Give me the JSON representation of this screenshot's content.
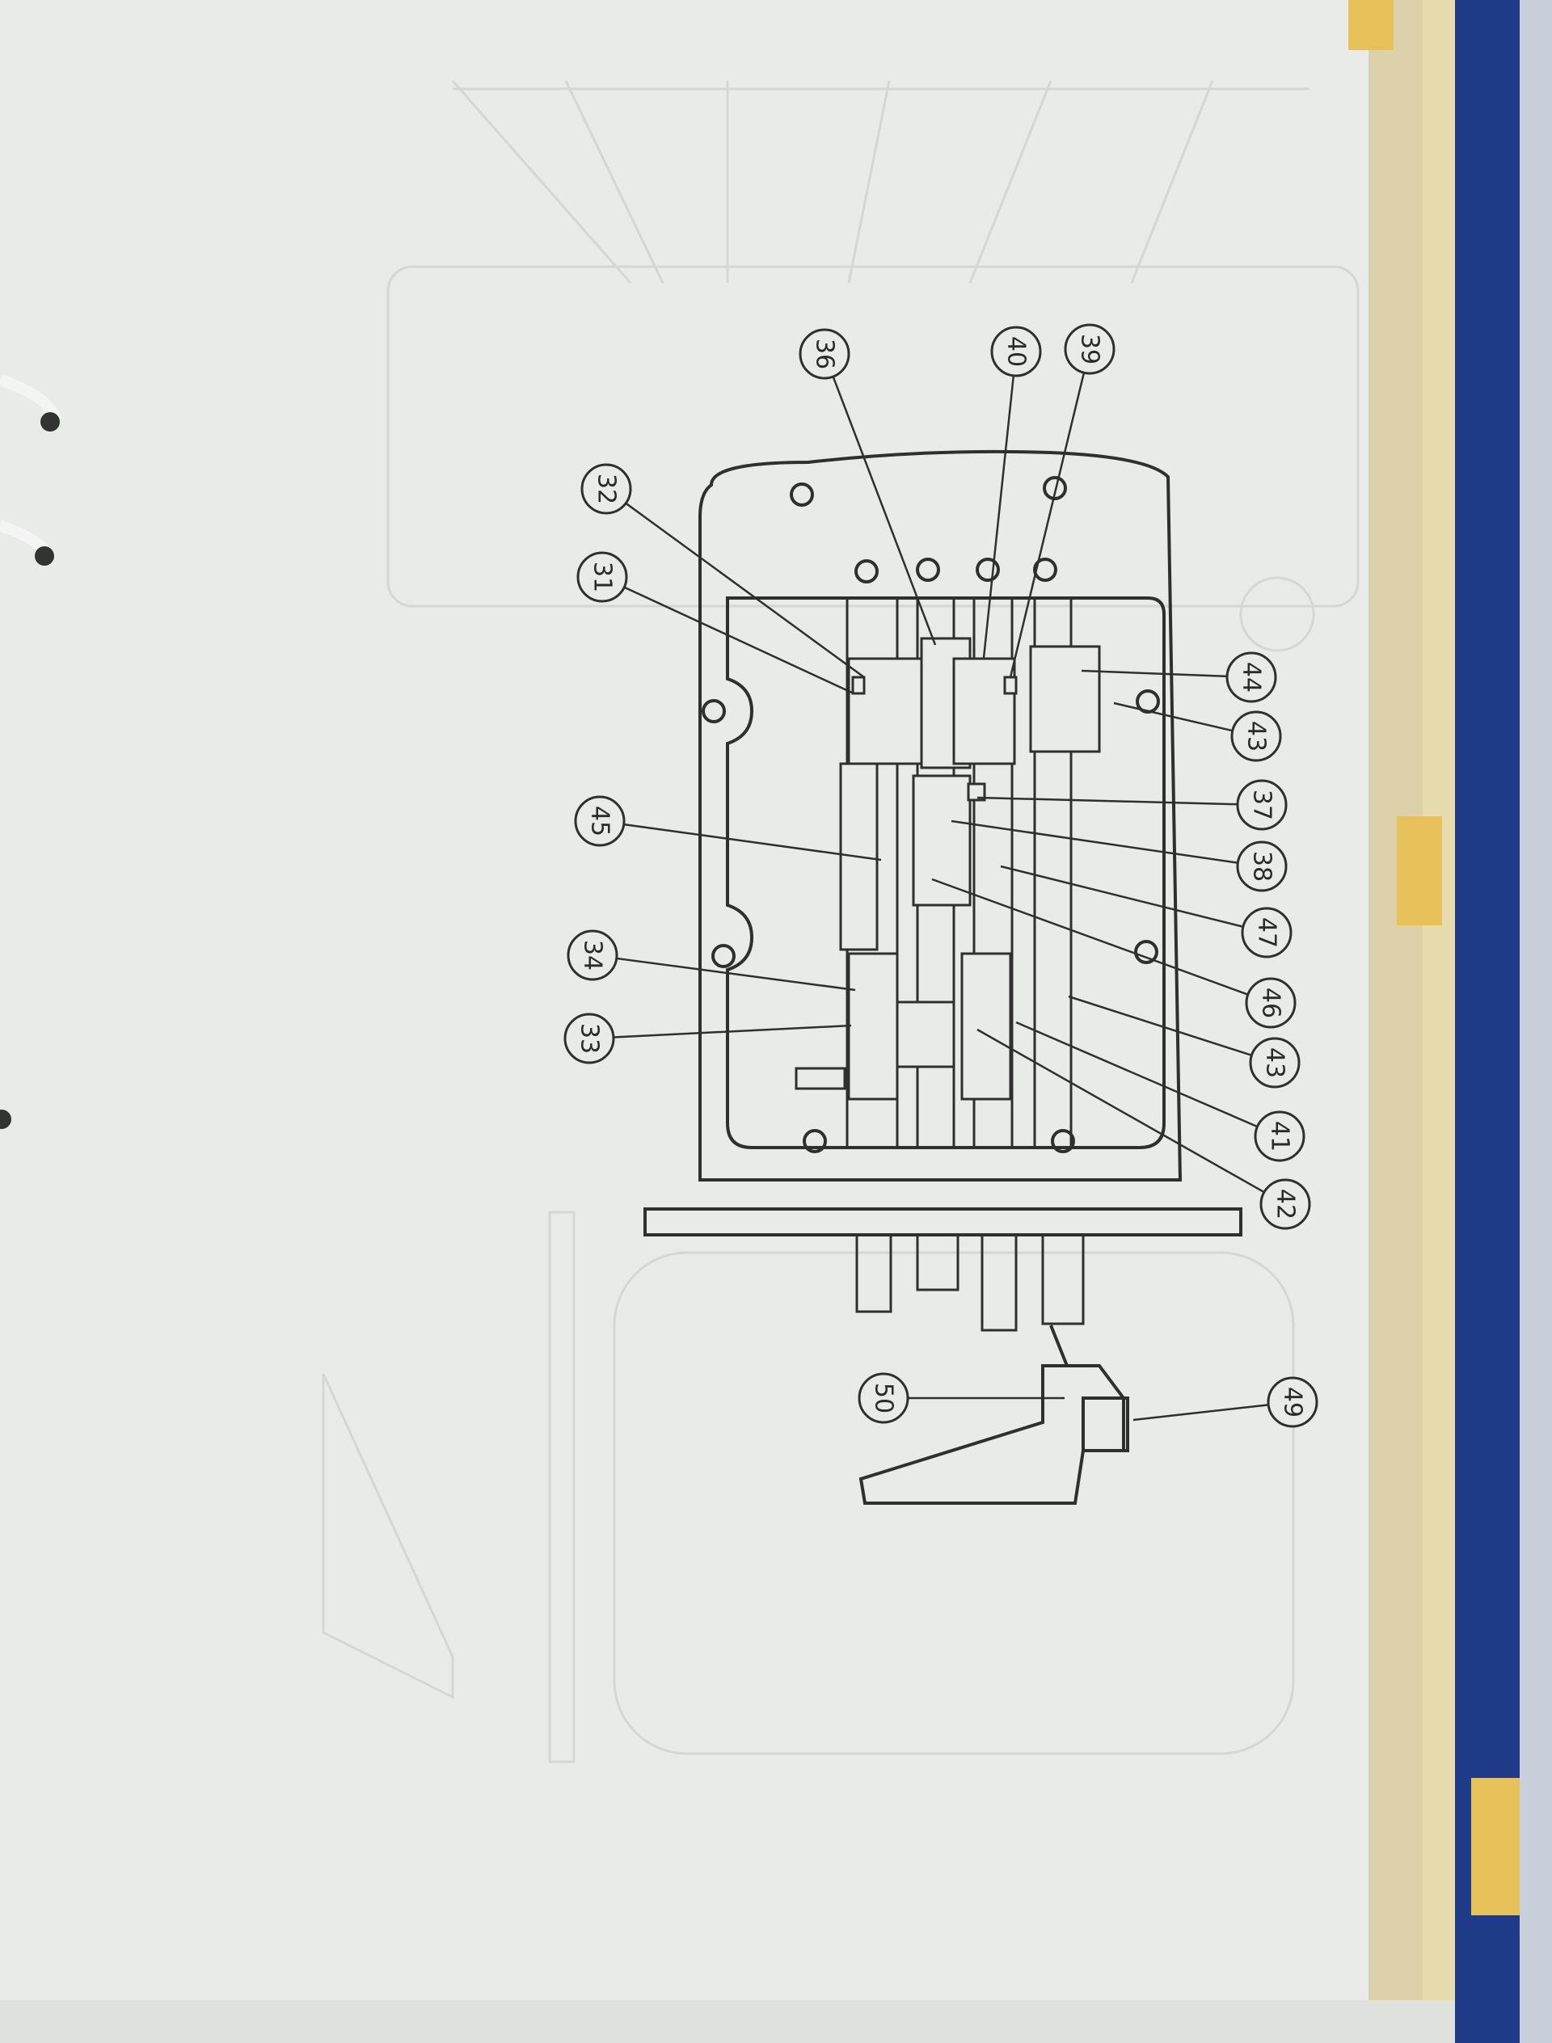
{
  "page": {
    "type": "exploded parts diagram (gearbox / shift housing, rotated page)",
    "colors": {
      "paper": "#e9ebe8",
      "ink": "#2f2f2f",
      "faint_ink": "#d4d7d4",
      "binder_blue": "#1e3a8a",
      "page_edge": "#d8c79a",
      "tape": "#e9c45a"
    }
  },
  "callouts": [
    {
      "id": "36"
    },
    {
      "id": "40"
    },
    {
      "id": "39"
    },
    {
      "id": "32"
    },
    {
      "id": "31"
    },
    {
      "id": "45"
    },
    {
      "id": "34"
    },
    {
      "id": "33"
    },
    {
      "id": "44"
    },
    {
      "id": "43"
    },
    {
      "id": "37"
    },
    {
      "id": "38"
    },
    {
      "id": "47"
    },
    {
      "id": "46"
    },
    {
      "id": "43"
    },
    {
      "id": "41"
    },
    {
      "id": "42"
    },
    {
      "id": "50"
    },
    {
      "id": "49"
    }
  ]
}
